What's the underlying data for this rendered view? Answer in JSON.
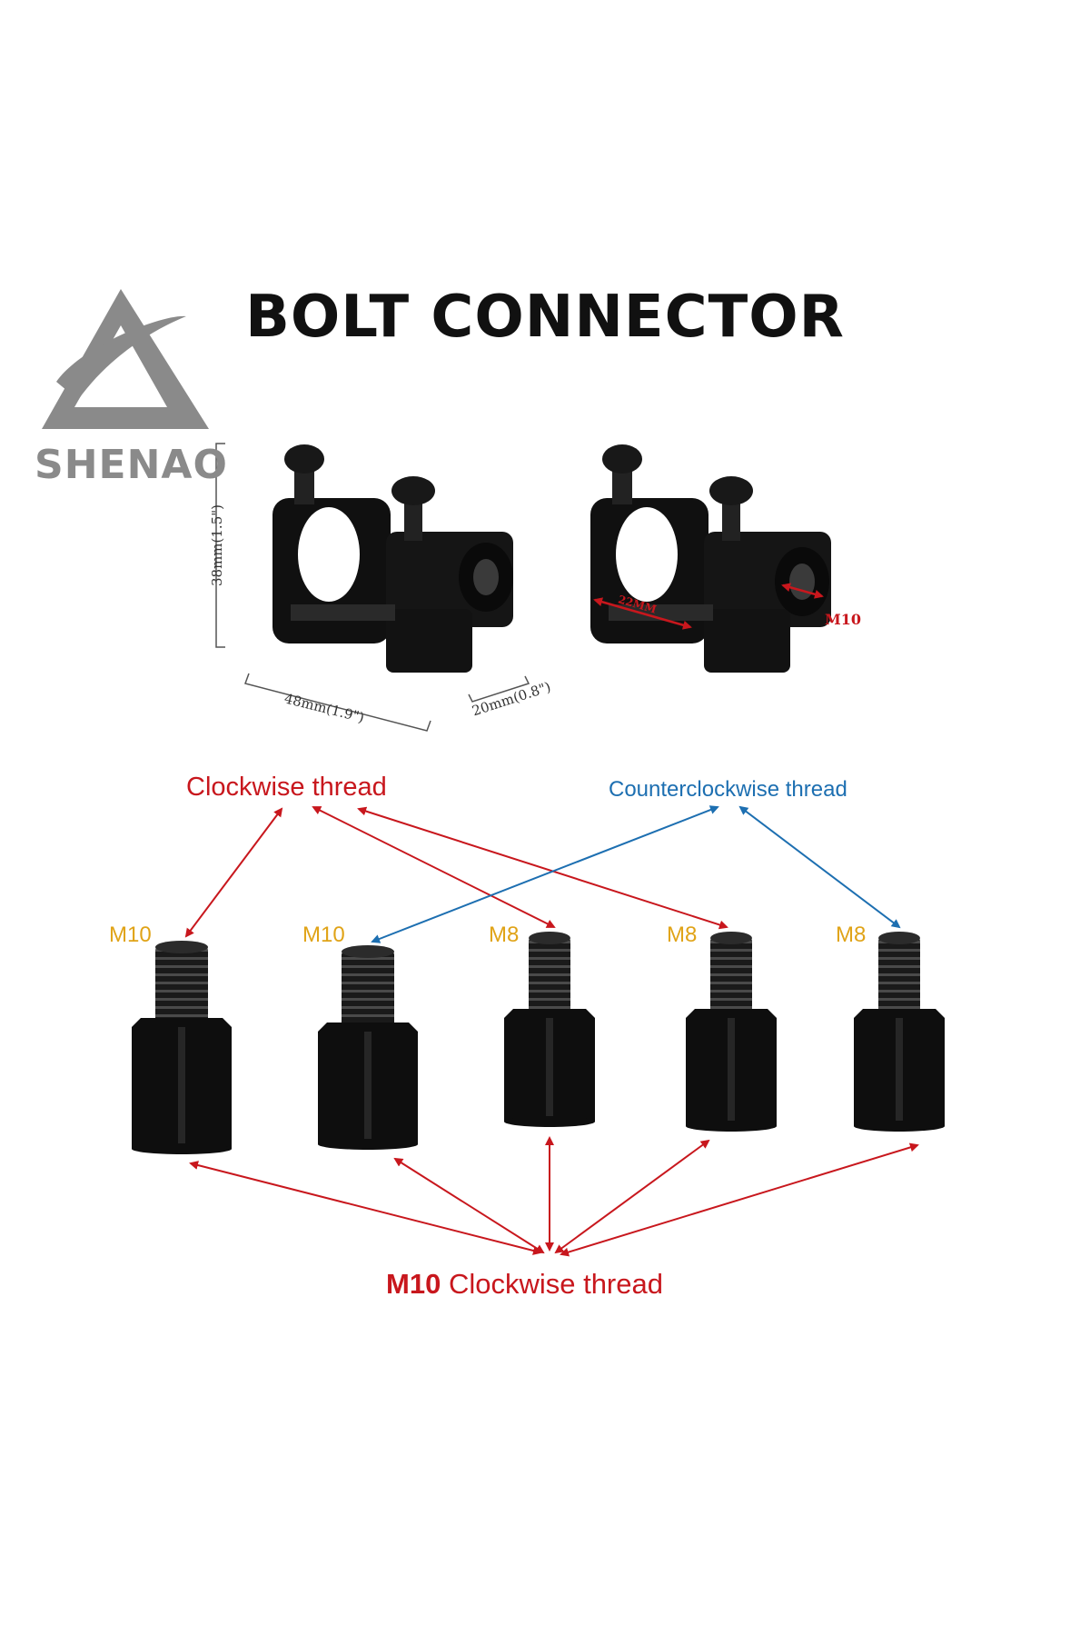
{
  "title": "BOLT CONNECTOR",
  "brand": {
    "name": "SHENAO",
    "logo_icon": "triangle-swoosh-logo",
    "color": "#8a8a8a"
  },
  "clamp": {
    "height_dim": "38mm(1.5\")",
    "width_dim": "48mm(1.9\")",
    "depth_dim": "20mm(0.8\")",
    "bore_dim": "22MM",
    "thread_label": "M10"
  },
  "legend": {
    "clockwise": "Clockwise thread",
    "counterclockwise": "Counterclockwise thread",
    "bottom_size": "M10",
    "bottom_text": "Clockwise thread"
  },
  "bolts": [
    {
      "label": "M10",
      "thread": "clockwise"
    },
    {
      "label": "M10",
      "thread": "counterclockwise"
    },
    {
      "label": "M8",
      "thread": "clockwise"
    },
    {
      "label": "M8",
      "thread": "clockwise"
    },
    {
      "label": "M8",
      "thread": "counterclockwise"
    }
  ],
  "colors": {
    "clockwise": "#c8171d",
    "counterclockwise": "#1d6fb1",
    "size_label": "#e0a317"
  }
}
